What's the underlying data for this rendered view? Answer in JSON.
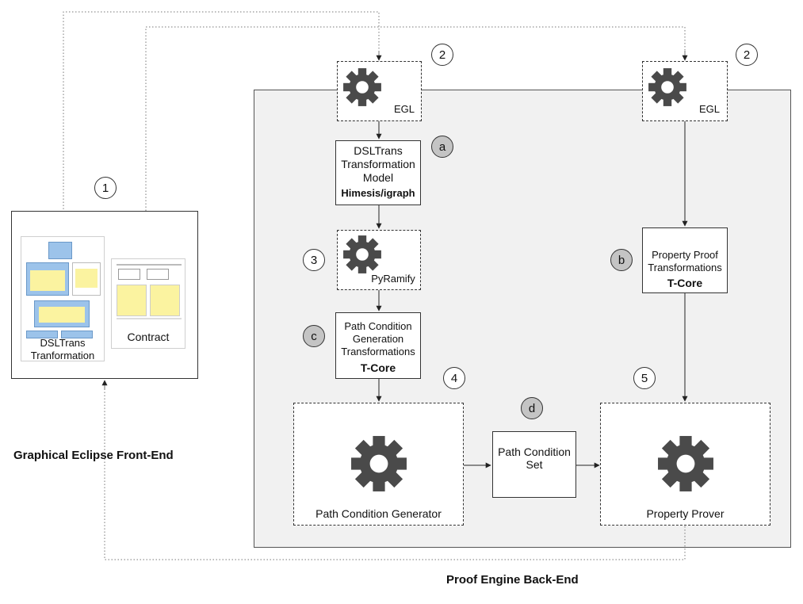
{
  "frontend": {
    "artifact_left_label_1": "DSLTrans",
    "artifact_left_label_2": "Tranformation",
    "artifact_right_label": "Contract",
    "caption": "Graphical Eclipse Front-End"
  },
  "backend": {
    "caption": "Proof Engine Back-End"
  },
  "egl_left": {
    "label": "EGL"
  },
  "egl_right": {
    "label": "EGL"
  },
  "dsltrans_model": {
    "line1": "DSLTrans",
    "line2": "Transformation",
    "line3": "Model",
    "tag": "Himesis/igraph"
  },
  "pyramify": {
    "label": "PyRamify"
  },
  "pc_generation": {
    "line1": "Path Condition",
    "line2": "Generation",
    "line3": "Transformations",
    "tag": "T-Core"
  },
  "property_proof": {
    "line1": "Property Proof",
    "line2": "Transformations",
    "tag": "T-Core"
  },
  "pc_generator": {
    "label": "Path Condition Generator"
  },
  "pc_set": {
    "line1": "Path Condition",
    "line2": "Set"
  },
  "property_prover": {
    "label": "Property Prover"
  },
  "markers": {
    "m1": "1",
    "m2_left": "2",
    "m2_right": "2",
    "m3": "3",
    "m4": "4",
    "m5": "5",
    "ma": "a",
    "mb": "b",
    "mc": "c",
    "md": "d"
  },
  "colors": {
    "gear": "#4a4a4a",
    "panel": "#f1f1f1",
    "marker_grey": "#c4c4c4",
    "thumb_blue": "#9cc3ea",
    "thumb_yellow": "#fbf3a0"
  }
}
